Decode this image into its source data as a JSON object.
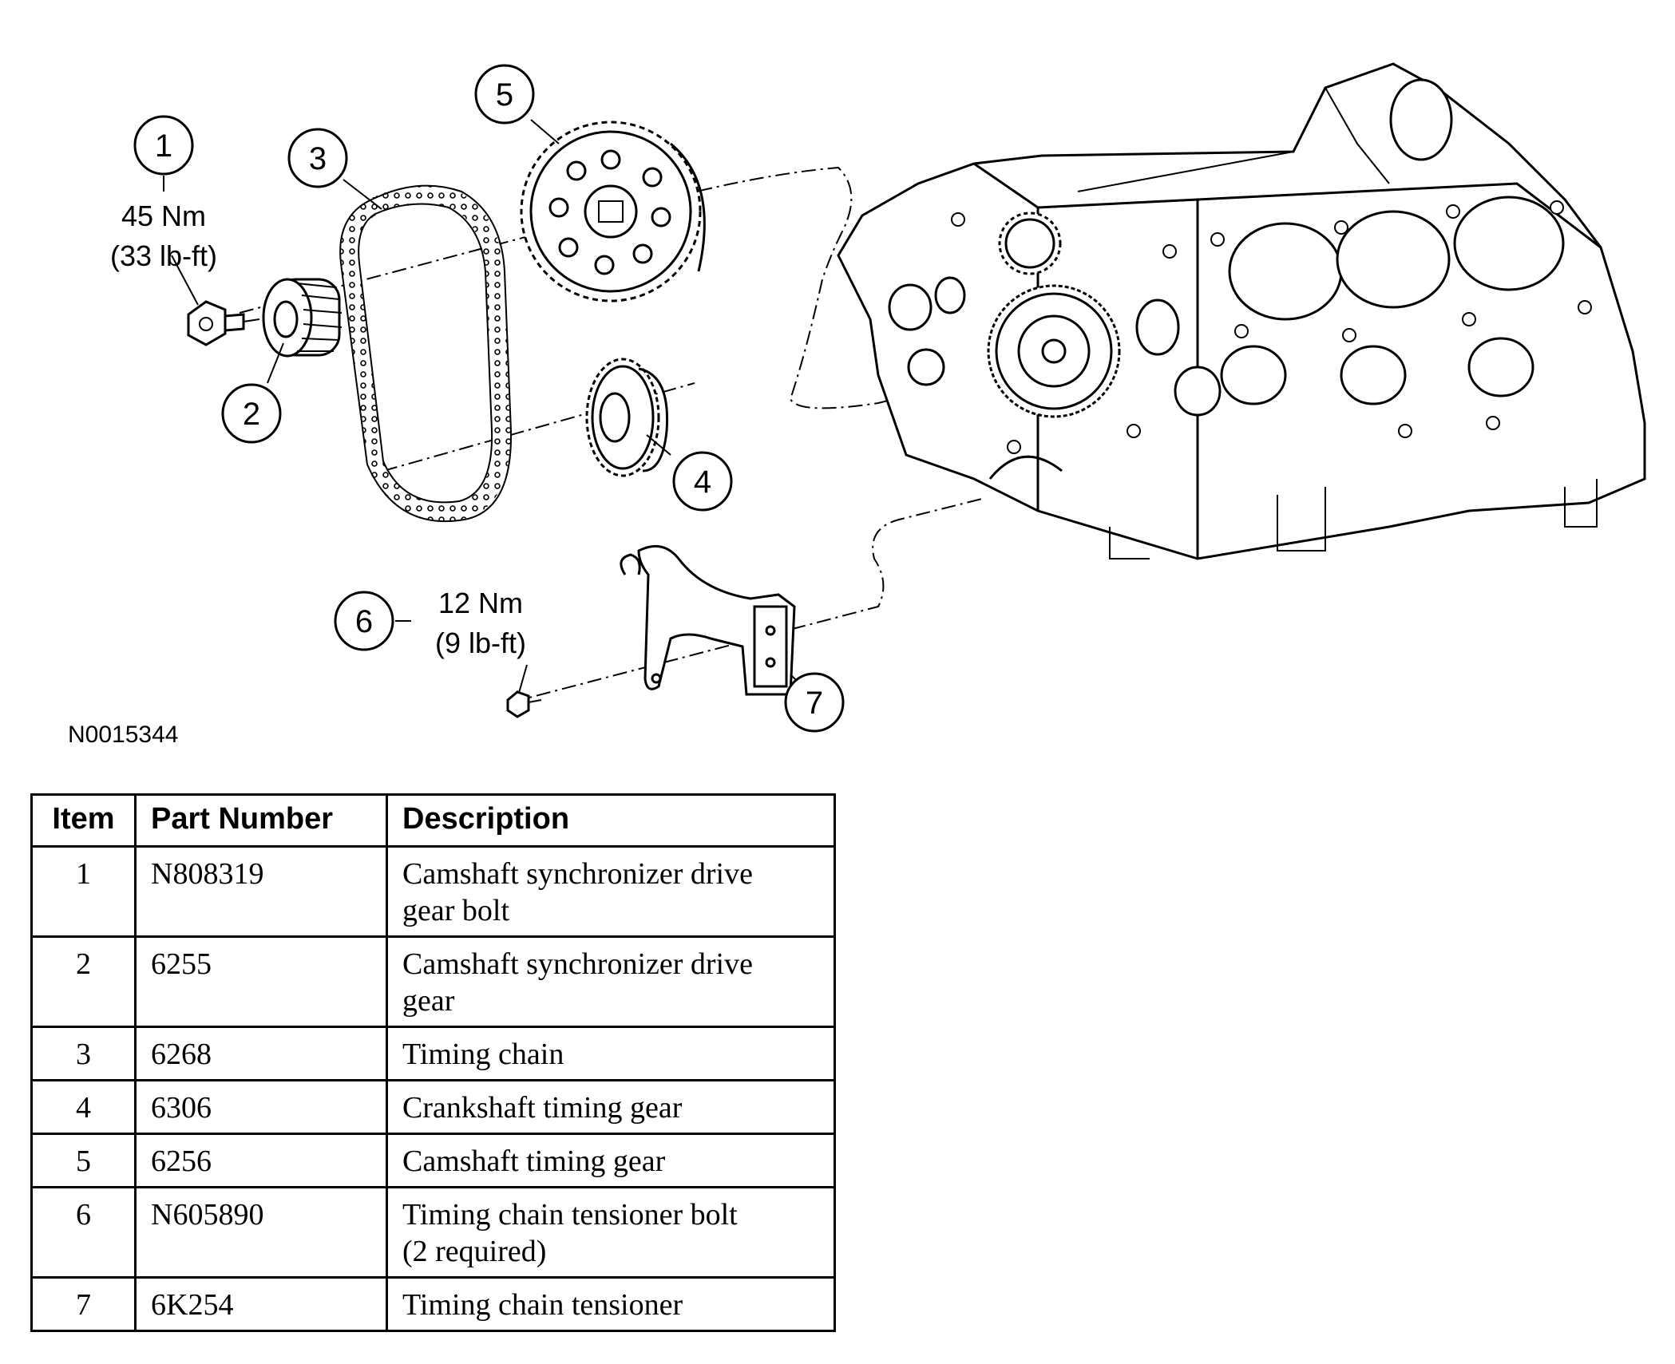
{
  "figure_id": "N0015344",
  "callouts": [
    {
      "num": "1"
    },
    {
      "num": "2"
    },
    {
      "num": "3"
    },
    {
      "num": "4"
    },
    {
      "num": "5"
    },
    {
      "num": "6"
    },
    {
      "num": "7"
    }
  ],
  "torque_1": {
    "nm": "45 Nm",
    "lbft": "(33 lb-ft)"
  },
  "torque_6": {
    "nm": "12 Nm",
    "lbft": "(9 lb-ft)"
  },
  "table": {
    "headers": {
      "item": "Item",
      "part": "Part Number",
      "desc": "Description"
    },
    "rows": [
      {
        "item": "1",
        "part": "N808319",
        "desc": [
          "Camshaft synchronizer drive",
          "gear bolt"
        ]
      },
      {
        "item": "2",
        "part": "6255",
        "desc": [
          "Camshaft synchronizer drive",
          "gear"
        ]
      },
      {
        "item": "3",
        "part": "6268",
        "desc": [
          "Timing chain"
        ]
      },
      {
        "item": "4",
        "part": "6306",
        "desc": [
          "Crankshaft timing gear"
        ]
      },
      {
        "item": "5",
        "part": "6256",
        "desc": [
          "Camshaft timing gear"
        ]
      },
      {
        "item": "6",
        "part": "N605890",
        "desc": [
          "Timing chain tensioner bolt",
          "(2 required)"
        ]
      },
      {
        "item": "7",
        "part": "6K254",
        "desc": [
          "Timing chain tensioner"
        ]
      }
    ]
  }
}
